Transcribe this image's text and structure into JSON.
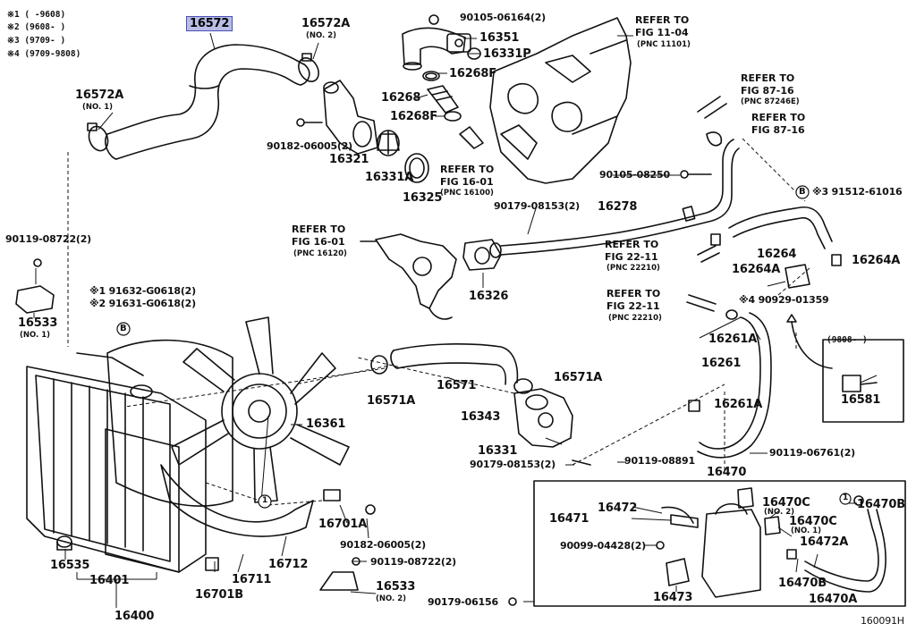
{
  "legend": [
    {
      "mark": "※1",
      "range": "(      -9608)"
    },
    {
      "mark": "※2",
      "range": "(9608-       )"
    },
    {
      "mark": "※3",
      "range": "(9709-       )"
    },
    {
      "mark": "※4",
      "range": "(9709-9808)"
    }
  ],
  "callouts": {
    "p16572": "16572",
    "p16572A_top": "16572A",
    "p16572A_top_note": "(NO. 2)",
    "p16572A_left": "16572A",
    "p16572A_left_note": "(NO. 1)",
    "c90105_06164": "90105-06164(2)",
    "p16351": "16351",
    "p16331P": "16331P",
    "p16268F_a": "16268F",
    "p16268": "16268",
    "p16268F_b": "16268F",
    "c90182_06005_a": "90182-06005(2)",
    "p16321": "16321",
    "p16331A": "16331A",
    "p16325": "16325",
    "ref_16_01_a": "REFER TO",
    "ref_16_01_a_fig": "FIG 16-01",
    "ref_16_01_a_pnc": "(PNC 16100)",
    "ref_11_04": "REFER TO",
    "ref_11_04_fig": "FIG 11-04",
    "ref_11_04_pnc": "(PNC 11101)",
    "ref_87_16_a": "REFER TO",
    "ref_87_16_a_fig": "FIG 87-16",
    "ref_87_16_a_pnc": "(PNC 87246E)",
    "ref_87_16_b": "REFER TO",
    "ref_87_16_b_fig": "FIG 87-16",
    "c90105_08250": "90105-08250",
    "mark_b_right": "B",
    "c91512_61016": "※3 91512-61016",
    "c90179_08153_a": "90179-08153(2)",
    "p16278": "16278",
    "ref_16_01_b": "REFER TO",
    "ref_16_01_b_fig": "FIG 16-01",
    "ref_16_01_b_pnc": "(PNC 16120)",
    "ref_22_11_a": "REFER TO",
    "ref_22_11_a_fig": "FIG 22-11",
    "ref_22_11_a_pnc": "(PNC 22210)",
    "p16264": "16264",
    "p16264A_a": "16264A",
    "p16264A_b": "16264A",
    "c90119_08722_a": "90119-08722(2)",
    "p16326": "16326",
    "ref_22_11_b": "REFER TO",
    "ref_22_11_b_fig": "FIG 22-11",
    "ref_22_11_b_pnc": "(PNC 22210)",
    "c90929_01359": "※4 90929-01359",
    "c91632": "※1 91632-G0618(2)",
    "c91631": "※2 91631-G0618(2)",
    "mark_b_left": "B",
    "p16533_a": "16533",
    "p16533_a_note": "(NO. 1)",
    "p16261A_a": "16261A",
    "date_box": "(9808-      )",
    "p16261": "16261",
    "p16571A_a": "16571A",
    "p16571": "16571",
    "p16571A_b": "16571A",
    "p16581": "16581",
    "p16343": "16343",
    "p16261A_b": "16261A",
    "p16361": "16361",
    "p16331": "16331",
    "c90119_08891": "90119-08891",
    "c90119_06761": "90119-06761(2)",
    "c90179_08153_b": "90179-08153(2)",
    "p16470": "16470",
    "p16472": "16472",
    "p16470C_a": "16470C",
    "p16470C_a_note": "(NO. 2)",
    "p16470B_a": "16470B",
    "p16471": "16471",
    "p16470C_b": "16470C",
    "p16470C_b_note": "(NO. 1)",
    "p16701A": "16701A",
    "c90099_04428": "90099-04428(2)",
    "p16472A": "16472A",
    "c90182_06005_b": "90182-06005(2)",
    "p16535": "16535",
    "c90119_08722_b": "90119-08722(2)",
    "p16712": "16712",
    "p16470B_b": "16470B",
    "p16401": "16401",
    "p16711": "16711",
    "p16701B": "16701B",
    "p16533_b": "16533",
    "p16533_b_note": "(NO. 2)",
    "p16473": "16473",
    "c90179_06156": "90179-06156",
    "p16470A": "16470A",
    "p16400": "16400",
    "mark_1_a": "1",
    "mark_1_b": "1",
    "footer_code": "160091H"
  }
}
